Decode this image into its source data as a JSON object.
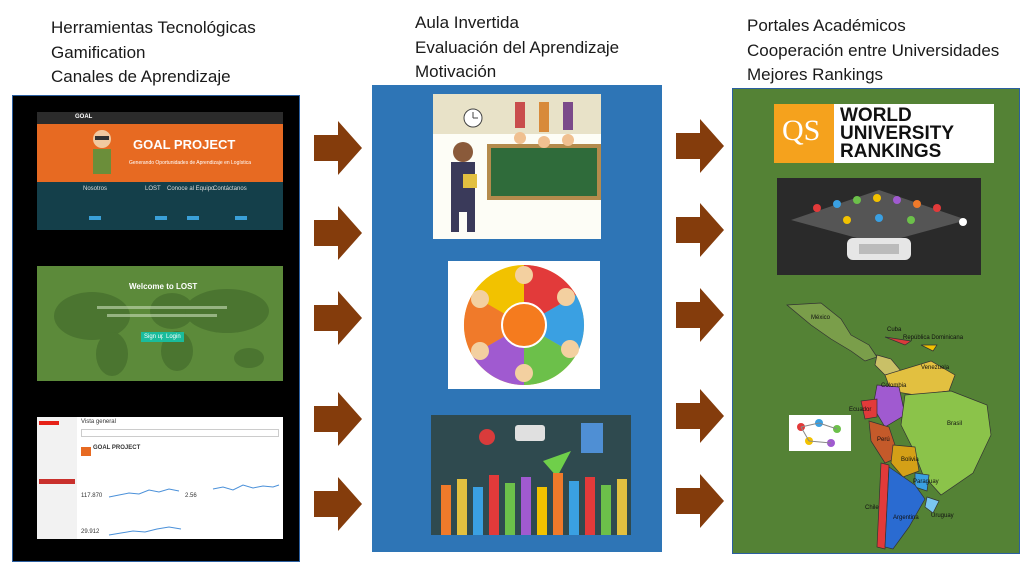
{
  "columns": [
    {
      "lines": [
        "Herramientas Tecnológicas",
        "Gamification",
        "Canales de Aprendizaje"
      ],
      "panel_color": "#000000",
      "items": [
        {
          "name": "goal-project-site",
          "title": "GOAL PROJECT",
          "subtitle": "Generando Oportunidades de Aprendizaje en Logística",
          "nav": "GOAL",
          "cols": [
            "Nosotros",
            "LOST",
            "Conoce al Equipo",
            "Contáctanos"
          ]
        },
        {
          "name": "lost-game-site",
          "title": "Welcome to LOST",
          "buttons": [
            "Sign up",
            "Login"
          ]
        },
        {
          "name": "youtube-analytics",
          "header": "Vista general",
          "channel": "GOAL PROJECT",
          "metrics": [
            "117.870",
            "2.56",
            "29.912"
          ]
        }
      ]
    },
    {
      "lines": [
        "Aula Invertida",
        "Evaluación del Aprendizaje",
        "Motivación"
      ],
      "panel_color": "#2E75B6",
      "items": [
        {
          "name": "flipped-classroom-illustration"
        },
        {
          "name": "evaluation-children-circle-illustration"
        },
        {
          "name": "raised-hands-motivation-illustration"
        }
      ]
    },
    {
      "lines": [
        "Portales Académicos",
        "Cooperación entre Universidades",
        "Mejores Rankings"
      ],
      "panel_color": "#548235",
      "items": [
        {
          "name": "qs-rankings-logo",
          "qs": "QS",
          "words": [
            "WORLD",
            "UNIVERSITY",
            "RANKINGS"
          ]
        },
        {
          "name": "graduation-cap-icons-collage"
        },
        {
          "name": "latin-america-map",
          "labels": [
            "México",
            "Cuba",
            "República Dominicana",
            "Venezuela",
            "Colombia",
            "Ecuador",
            "Perú",
            "Brasil",
            "Bolivia",
            "Paraguay",
            "Chile",
            "Argentina",
            "Uruguay"
          ]
        }
      ]
    }
  ],
  "arrow_color": "#843C0C"
}
